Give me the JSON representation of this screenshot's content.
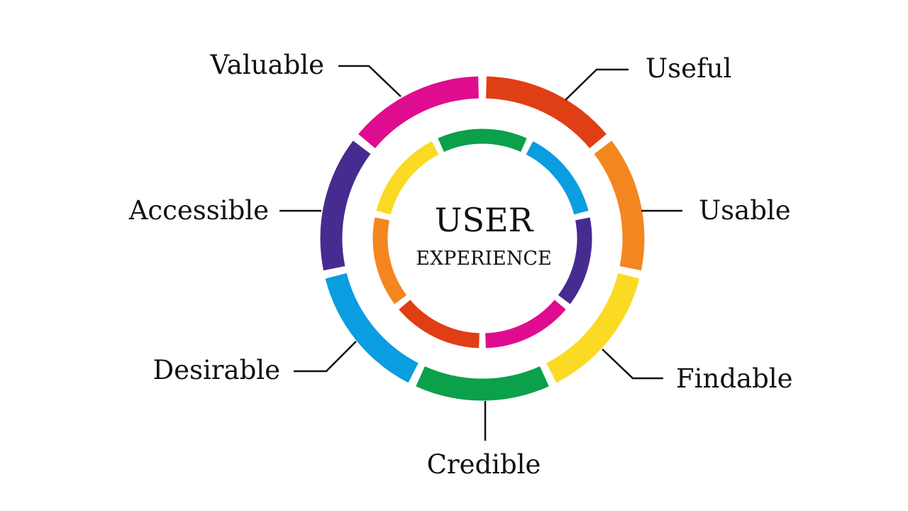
{
  "center": {
    "title": "USER",
    "subtitle": "EXPERIENCE"
  },
  "facets": [
    {
      "label": "Useful",
      "color": "#E03E14"
    },
    {
      "label": "Usable",
      "color": "#F4861F"
    },
    {
      "label": "Findable",
      "color": "#FBDA24"
    },
    {
      "label": "Credible",
      "color": "#0BA04A"
    },
    {
      "label": "Desirable",
      "color": "#0A9DE0"
    },
    {
      "label": "Accessible",
      "color": "#462C91"
    },
    {
      "label": "Valuable",
      "color": "#E00C8F"
    }
  ],
  "inner_ring_colors": [
    "#0BA04A",
    "#0A9DE0",
    "#462C91",
    "#E00C8F",
    "#E03E14",
    "#F4861F",
    "#FBDA24"
  ]
}
